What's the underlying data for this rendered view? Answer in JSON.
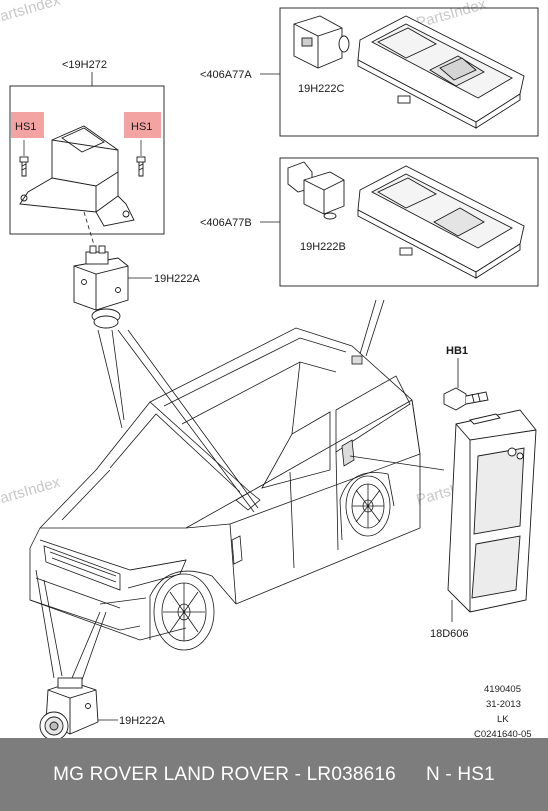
{
  "watermark": "PartsIndex",
  "labels": {
    "bracket": "<19H272",
    "screw_left": "HS1",
    "screw_right": "HS1",
    "kit_a": "<406A77A",
    "kit_a_part": "19H222C",
    "kit_b": "<406A77B",
    "kit_b_part": "19H222B",
    "camera_top": "19H222A",
    "camera_front": "19H222A",
    "bolt": "HB1",
    "module": "18D606"
  },
  "reference": {
    "number": "4190405",
    "date": "31-2013",
    "region": "LK",
    "code": "C0241640-05"
  },
  "footer": {
    "title": "MG ROVER LAND ROVER - LR038616",
    "suffix": "N - HS1"
  },
  "colors": {
    "highlight": "#f4a3a3",
    "footer_bg": "#7d7d7d",
    "line": "#1a1a1a"
  }
}
